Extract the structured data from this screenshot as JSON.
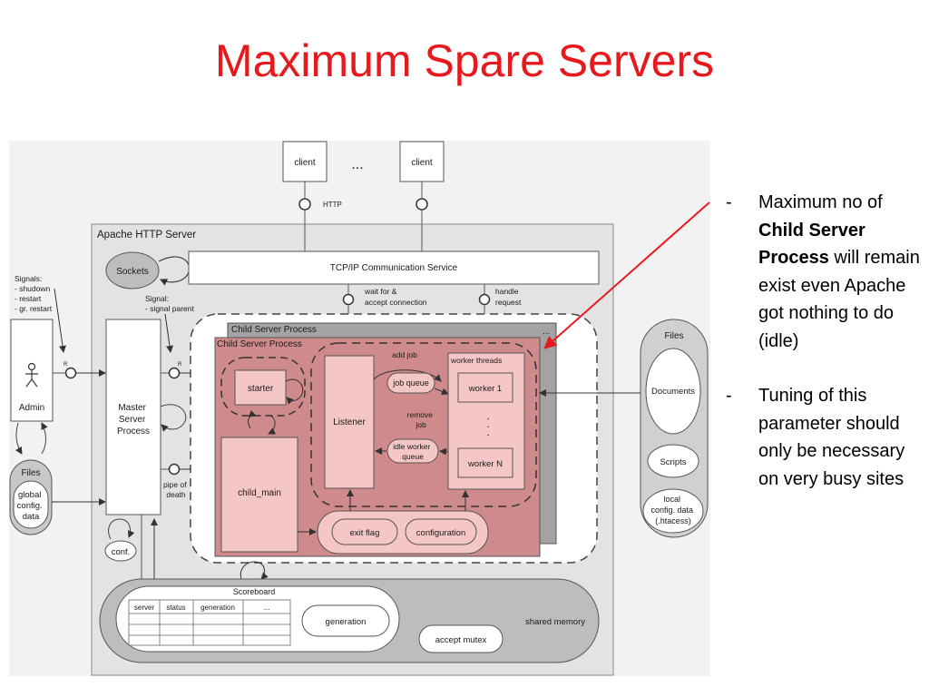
{
  "slide": {
    "title": "Maximum Spare Servers"
  },
  "diagram": {
    "client1": "client",
    "client2": "client",
    "ellipsis": "...",
    "http_label": "HTTP",
    "port_r": "R",
    "apache_title": "Apache HTTP Server",
    "sockets": "Sockets",
    "tcpip": "TCP/IP Communication Service",
    "signals": [
      "Signals:",
      "- shudown",
      "- restart",
      "- gr. restart"
    ],
    "admin": "Admin",
    "admin_files": "Files",
    "global_config": [
      "global",
      "config.",
      "data"
    ],
    "signal_parent": [
      "Signal:",
      "- signal parent"
    ],
    "master": [
      "Master",
      "Server",
      "Process"
    ],
    "pipe_of_death": [
      "pipe of",
      "death"
    ],
    "conf": "conf.",
    "wait_accept": [
      "wait for &",
      "accept connection"
    ],
    "handle_request": [
      "handle",
      "request"
    ],
    "child_back": "Child Server Process",
    "child_front": "Child Server Process",
    "starter": "starter",
    "child_main": "child_main",
    "add_job": "add job",
    "listener": "Listener",
    "job_queue": "job queue",
    "remove_job": [
      "remove",
      "job"
    ],
    "idle_queue": [
      "idle worker",
      "queue"
    ],
    "worker_threads": "worker threads",
    "worker1": "worker 1",
    "workerN": "worker N",
    "dots": ".",
    "exit_flag": "exit flag",
    "configuration": "configuration",
    "files_right": "Files",
    "documents": "Documents",
    "scripts": "Scripts",
    "local_config": [
      "local",
      "config. data",
      "(.htacess)"
    ],
    "scoreboard": "Scoreboard",
    "sb_headers": [
      "server",
      "status",
      "generation",
      "..."
    ],
    "generation": "generation",
    "accept_mutex": "accept mutex",
    "shared_memory": "shared memory"
  },
  "notes": [
    {
      "pre": "Maximum no of ",
      "bold": "Child Server Process",
      "post": " will remain exist even Apache got nothing to do (idle)"
    },
    {
      "pre": "Tuning of this parameter should only be necessary on very busy sites",
      "bold": "",
      "post": ""
    }
  ],
  "colors": {
    "title": "#e8191c",
    "child_back": "#a3a3a3",
    "child_front": "#cf8b8b",
    "pink_box": "#f5c6c6",
    "arrow": "#e8191c"
  }
}
